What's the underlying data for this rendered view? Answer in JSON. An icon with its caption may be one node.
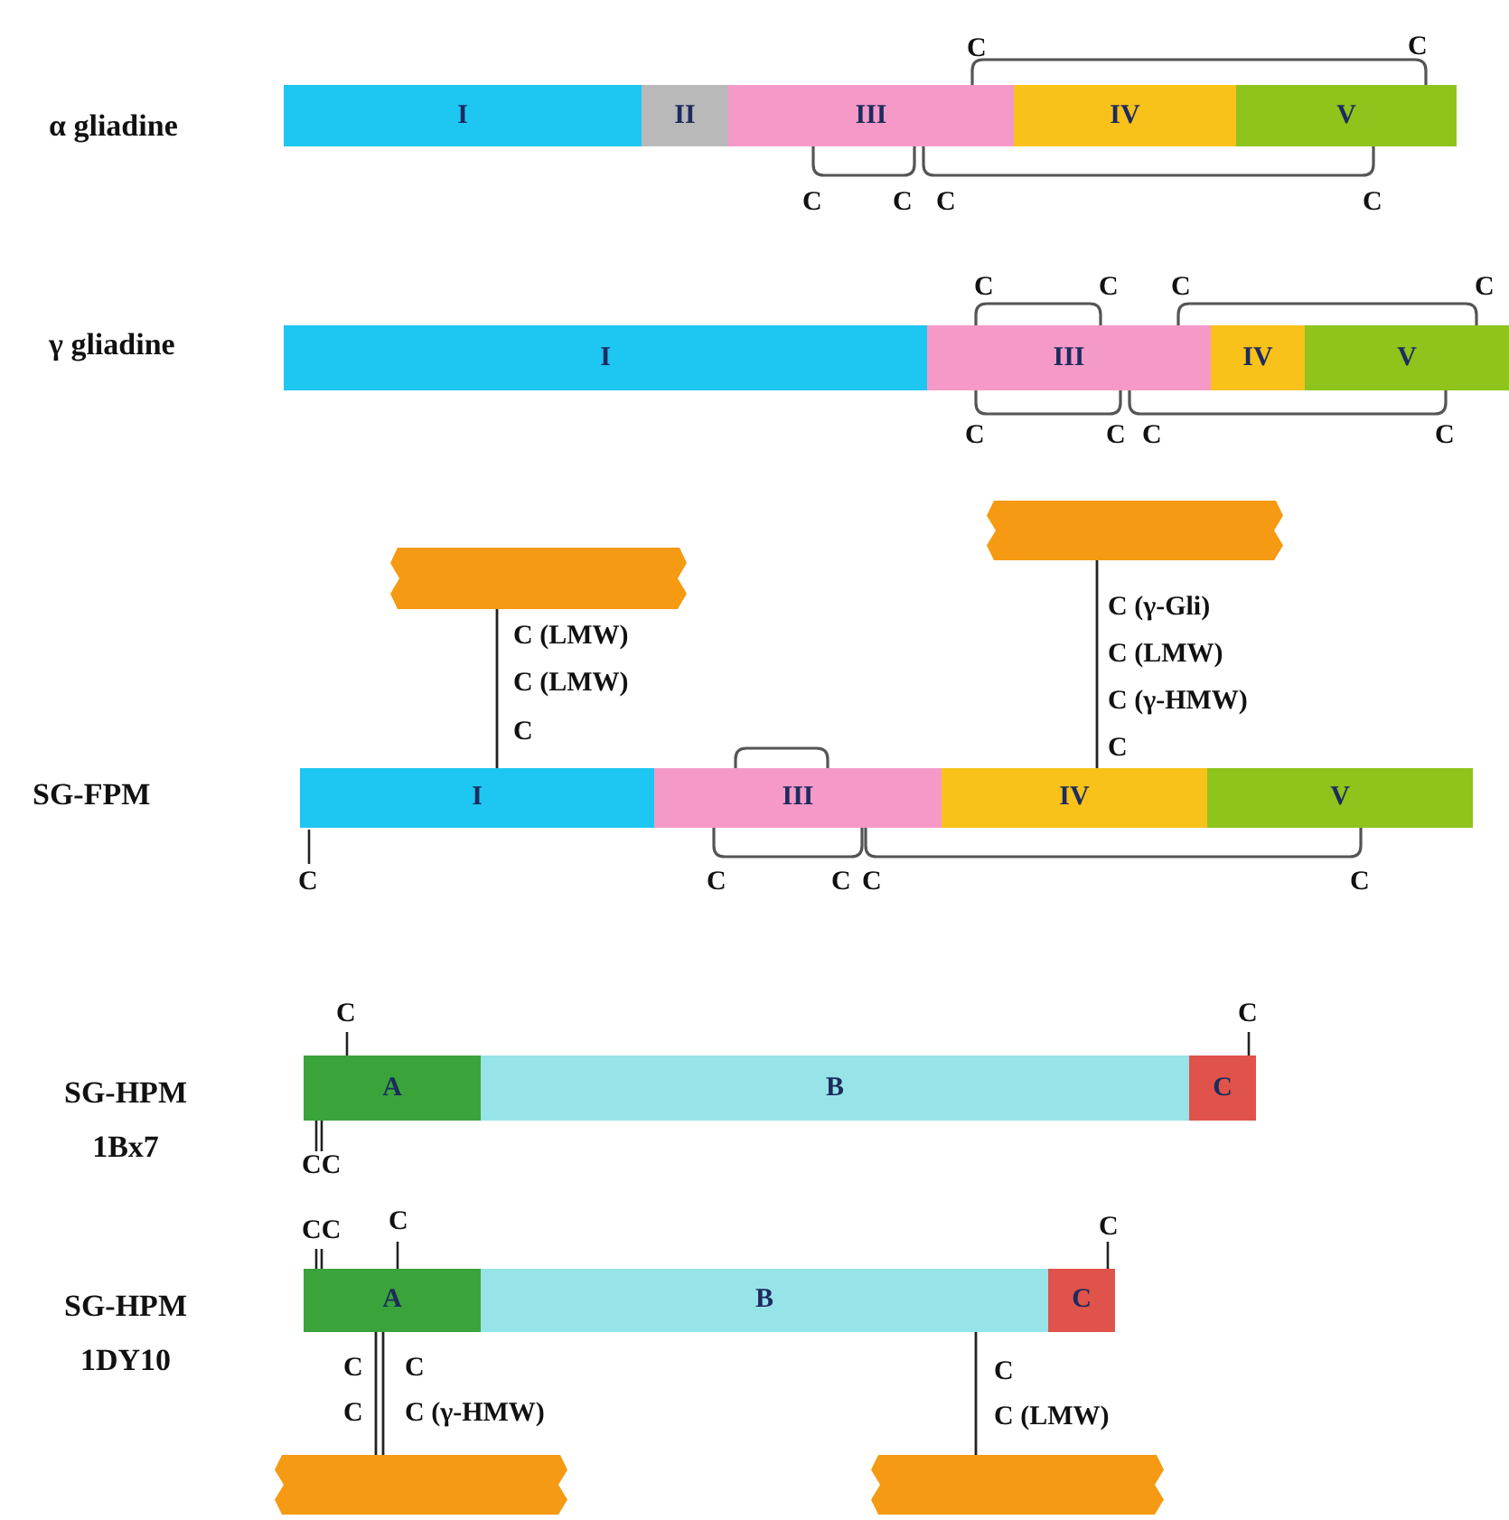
{
  "diagram": {
    "nodes": [
      {
        "text": [
          "I"
        ]
      },
      {
        "text": [
          "II"
        ]
      },
      {
        "text": [
          "III"
        ]
      },
      {
        "text": [
          "IV"
        ]
      },
      {
        "text": [
          "V"
        ]
      },
      {
        "text": [
          "I"
        ]
      },
      {
        "text": [
          "III"
        ]
      },
      {
        "text": [
          "IV"
        ]
      },
      {
        "text": [
          "V"
        ]
      },
      {
        "text": [],
        "shape": "bar"
      },
      {
        "text": [],
        "shape": "bar"
      },
      {
        "text": [
          "I"
        ],
        "beside": [
          "C"
        ]
      },
      {
        "text": [
          "III"
        ]
      },
      {
        "text": [
          "IV"
        ]
      },
      {
        "text": [
          "V"
        ]
      },
      {
        "text": [
          "A"
        ],
        "beside": [
          "C",
          "CC"
        ]
      },
      {
        "text": [
          "B"
        ]
      },
      {
        "text": [
          "C"
        ],
        "beside": [
          "C"
        ]
      },
      {
        "text": [
          "A"
        ],
        "beside": [
          "CC",
          "C"
        ]
      },
      {
        "text": [
          "B"
        ]
      },
      {
        "text": [
          "C"
        ],
        "beside": [
          "C"
        ]
      },
      {
        "text": [],
        "shape": "bar"
      },
      {
        "text": [],
        "shape": "bar"
      }
    ],
    "edges": [
      {
        "from": 11,
        "to": 9,
        "arrow": "none"
      },
      {
        "from": 13,
        "to": 10,
        "arrow": "none"
      },
      {
        "from": 18,
        "to": 21,
        "arrow": "none"
      },
      {
        "from": 18,
        "to": 21,
        "arrow": "none"
      },
      {
        "from": 19,
        "to": 22,
        "arrow": "none"
      }
    ],
    "labels": [
      "C",
      "C",
      "α gliadine",
      "C",
      "C",
      "C",
      "C",
      "C",
      "C",
      "C",
      "C",
      "γ gliadine",
      "C",
      "C",
      "C",
      "C",
      "C (LMW)",
      "C (LMW)",
      "C",
      "C (γ-Gli)",
      "C (LMW)",
      "C (γ-HMW)",
      "C",
      "SG-FPM",
      "C",
      "C",
      "C",
      "C",
      "SG-HPM 1Bx7",
      "SG-HPM 1DY10",
      "C",
      "C",
      "C",
      "C (γ-HMW)",
      "C",
      "C (LMW)"
    ]
  }
}
